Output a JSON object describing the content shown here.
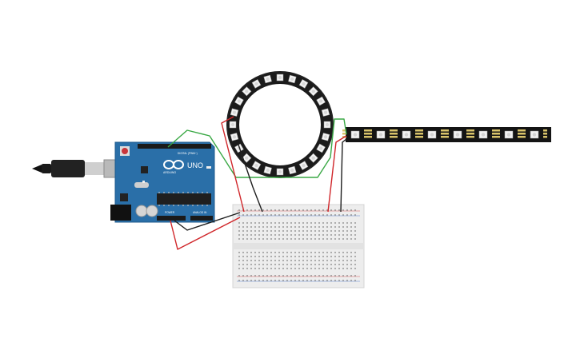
{
  "arduino": {
    "logo_text": "ARDUINO",
    "model_label": "UNO",
    "digital_label": "DIGITAL (PWM~)",
    "power_label": "POWER",
    "analog_label": "ANALOG IN"
  },
  "colors": {
    "board": "#2a6fa8",
    "wire_red": "#d0262a",
    "wire_black": "#1e1e1e",
    "wire_green": "#3aa845",
    "ring_black": "#1b1b1b",
    "breadboard": "#ededed"
  },
  "icons": {
    "usb_cable": "usb-cable-icon",
    "led_ring": "neopixel-ring-icon",
    "led_strip": "neopixel-strip-icon"
  }
}
